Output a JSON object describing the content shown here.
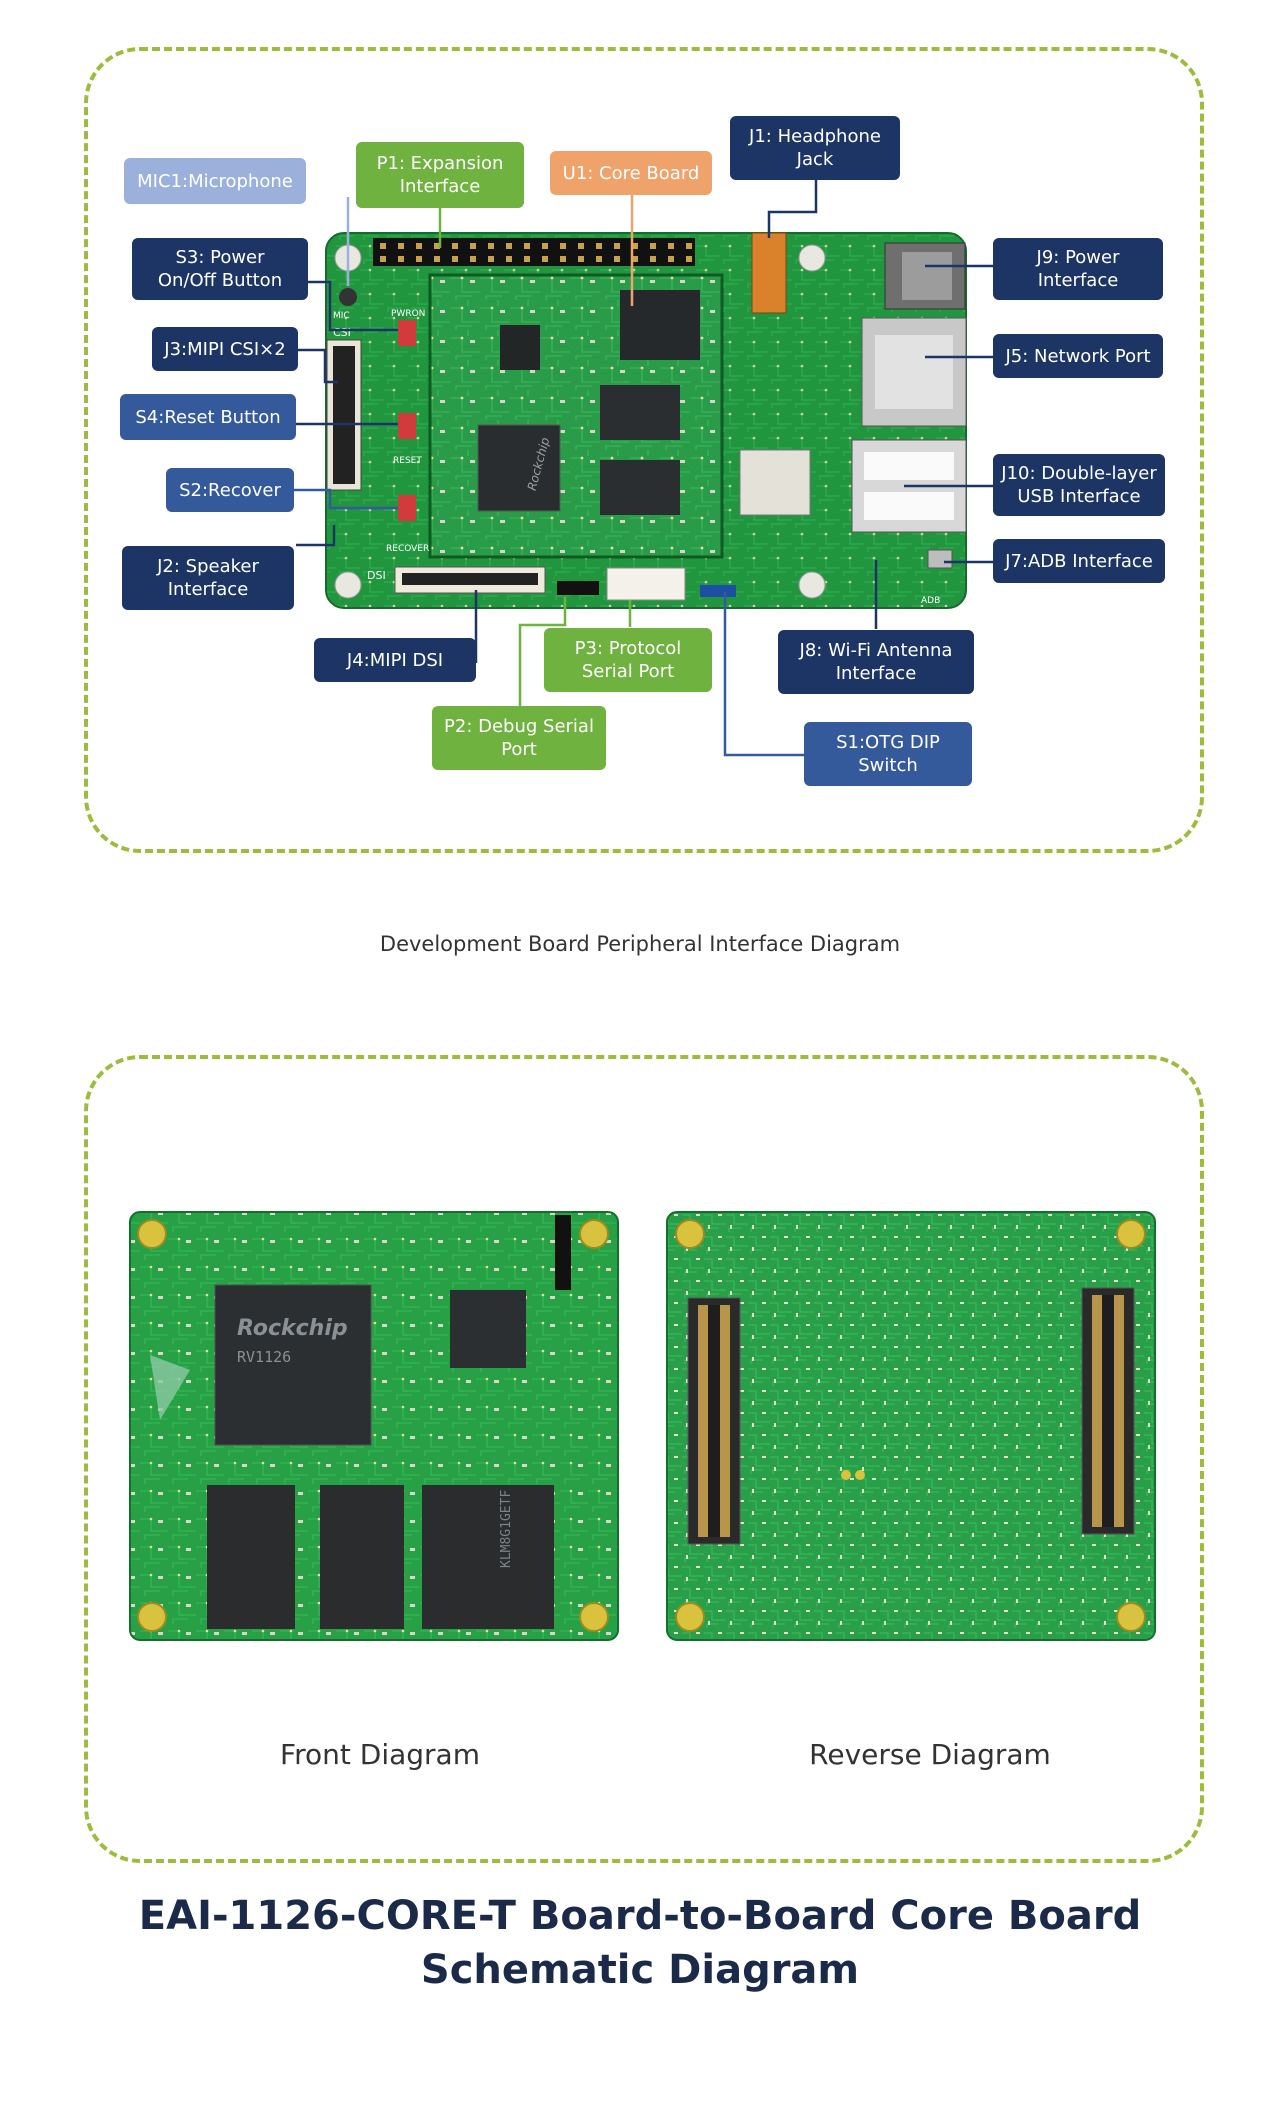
{
  "diagram_top": {
    "caption": "Development Board Peripheral Interface Diagram",
    "labels": {
      "mic1": "MIC1:Microphone",
      "p1": "P1: Expansion\nInterface",
      "u1": "U1: Core Board",
      "j1": "J1: Headphone\nJack",
      "s3": "S3: Power\nOn/Off Button",
      "j3": "J3:MIPI CSI×2",
      "s4": "S4:Reset Button",
      "s2": "S2:Recover",
      "j2": "J2: Speaker\nInterface",
      "j4": "J4:MIPI DSI",
      "p3": "P3: Protocol\nSerial Port",
      "p2": "P2: Debug Serial\nPort",
      "j9": "J9: Power\nInterface",
      "j5": "J5: Network Port",
      "j10": "J10: Double-layer\nUSB Interface",
      "j7": "J7:ADB Interface",
      "j8": "J8: Wi-Fi Antenna\nInterface",
      "s1": "S1:OTG DIP\nSwitch"
    },
    "silkscreen": {
      "mic": "MIC",
      "pwron": "PWRON",
      "csi": "CSI",
      "reset": "RESET",
      "recover": "RECOVER",
      "dsi": "DSI",
      "adb": "ADB",
      "chip_brand": "Rockchip"
    }
  },
  "diagram_bottom": {
    "front_caption": "Front Diagram",
    "reverse_caption": "Reverse Diagram",
    "front_chips": {
      "soc_brand": "Rockchip",
      "soc_model": "RV1126",
      "flash": "KLM8G1GETF"
    }
  },
  "title": {
    "line1": "EAI-1126-CORE-T Board-to-Board Core Board",
    "line2": "Schematic Diagram"
  },
  "colors": {
    "dashed_border": "#9dbb3d",
    "navy_label": "#1d3565",
    "green_label": "#6fb23f",
    "orange_label": "#efa36a",
    "light_blue_label": "#9bb1dc",
    "pcb_green": "#1f8f3a",
    "title": "#1b2a48"
  }
}
